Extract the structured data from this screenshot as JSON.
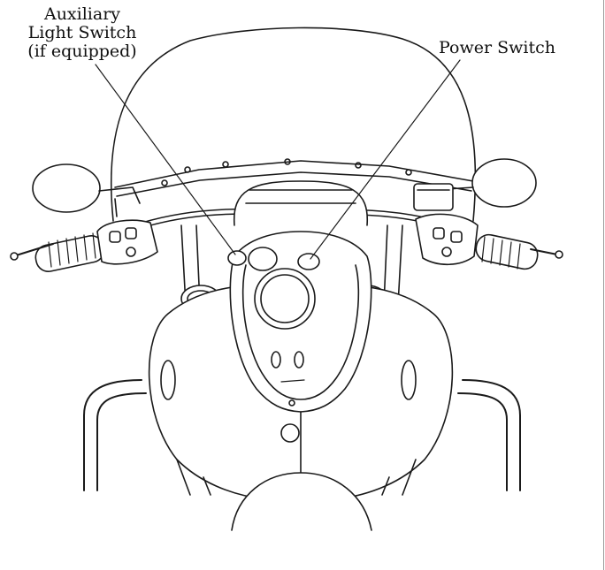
{
  "callouts": {
    "auxiliary_light_switch": {
      "lines": [
        "Auxiliary",
        "Light Switch",
        "(if equipped)"
      ]
    },
    "power_switch": {
      "label": "Power Switch"
    }
  },
  "illustration": {
    "subject": "motorcycle-front-view-line-drawing",
    "colors": {
      "stroke": "#1a1a1a",
      "fill": "#ffffff",
      "frame_border": "#9a9a9a"
    }
  }
}
